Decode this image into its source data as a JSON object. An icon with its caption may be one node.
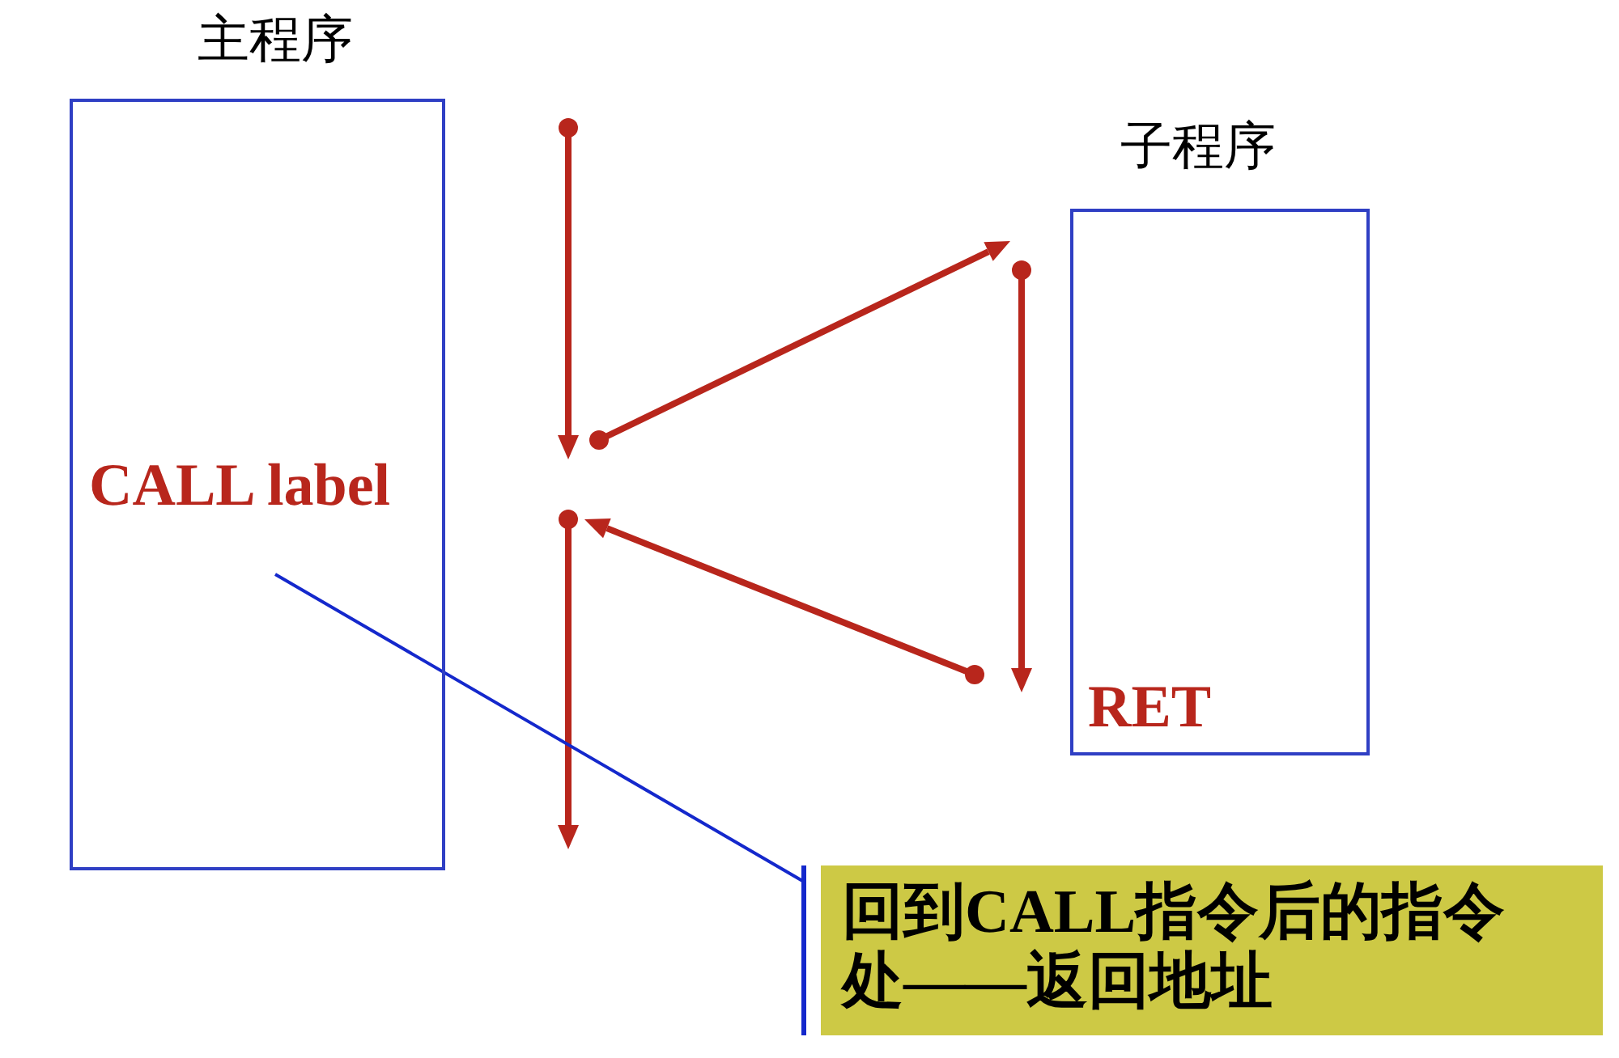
{
  "diagram": {
    "nodes": [
      {
        "text": [
          "主程序",
          "CALL label"
        ]
      },
      {
        "text": [
          "子程序",
          "RET"
        ]
      },
      {
        "text": [
          "回到CALL指令后的指令处——返回地址"
        ]
      }
    ],
    "edges": [
      {
        "from": 2,
        "to": 0,
        "arrow": "none"
      }
    ]
  }
}
